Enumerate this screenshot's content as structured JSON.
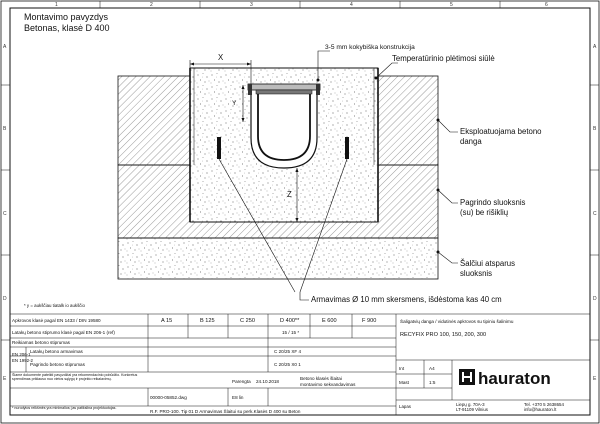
{
  "title": {
    "line1": "Montavimo pavyzdys",
    "line2": "Betonas, klasė D 400"
  },
  "dimension_labels": {
    "x": "X",
    "y": "Y",
    "z": "Z"
  },
  "callouts": {
    "joint_construction": "3-5 mm kokybiška konstrukcija",
    "expansion_joint": "Temperatūrinio plėtimosi siūlė",
    "concrete_surface": [
      "Eksploatuojama betono",
      "danga"
    ],
    "base_layer": [
      "Pagrindo sluoksnis",
      "(su) be rišiklių"
    ],
    "frost_layer": [
      "Šalčiui atsparus",
      "sluoksnis"
    ],
    "reinforcement": "Armavimas  Ø 10 mm skersmens, išdėstoma kas 40 cm"
  },
  "footnote": "* y = aukščiau tiatalk io aukščio",
  "frame_letters": {
    "columns": [
      "1",
      "2",
      "3",
      "4",
      "5",
      "6"
    ],
    "rows": [
      "A",
      "B",
      "C",
      "D",
      "E"
    ]
  },
  "load_classes": {
    "row_label": "Apkrovos klasė pagal EN 1433 / DIN 19580",
    "classes": [
      "A 15",
      "B 125",
      "C 250",
      "D 400**",
      "E 600",
      "F 900"
    ],
    "row2_label": "Latakų betono stiprumo klasė pagal EN 206-1 (ref)",
    "row2_value": "15 / 15 *",
    "row3_label": "Reikiamas betono stiprumas",
    "row4_label": "Latakų betono armavimas",
    "row4_value": "C 20/25 XF 4",
    "row5_label": "Pagrindo betono stiprumas",
    "row5_value": "C 20/25 X0 1"
  },
  "left_notes": {
    "n1": "Šiame dokumente pateikti pavyzdžiai yra rekomendacinio pobūdžio. Konkretus sprendimas priklauso nuo vietos sąlygų ir projekto reikalavimų.",
    "n2": "* nurodytos reikšmės yra minimalios; jas patikslina projektuotojas.",
    "left_codes": [
      "EN 206-1",
      "EN 1992-2"
    ]
  },
  "product": {
    "description": "Šaligatvių danga / vidutinės apkrovos su tipiniu šalinimu",
    "name": "RECYFIX PRO 100, 150, 200, 300"
  },
  "drawing": {
    "number": "00000-05852.dwg",
    "size_label": "E8 lin",
    "created_label": "Parengta",
    "date": "24.10.2018",
    "note": [
      "Betono klasės šlaitai",
      "montavimo sekvandavimas"
    ],
    "footer": "R.F. PRO-100. Tip 01 D Armavimas Šlaitui su perk.Klasės D 400 su Beton"
  },
  "sheet_meta": {
    "format_label": "Int",
    "format_value": "A4",
    "scale_label": "Mast",
    "scale_value": "1:5",
    "sheet_label": "Lapas"
  },
  "company": {
    "logo_text": "hauraton",
    "address": [
      "Liepų g. 70A-3",
      "LT-91109 Vilnius"
    ],
    "contact": [
      "Tel. +370 5 2638654",
      "info@hauraton.lt"
    ]
  },
  "colors": {
    "line": "#111111",
    "hatch": "#555555",
    "grit": "#444444",
    "background": "#ffffff"
  }
}
